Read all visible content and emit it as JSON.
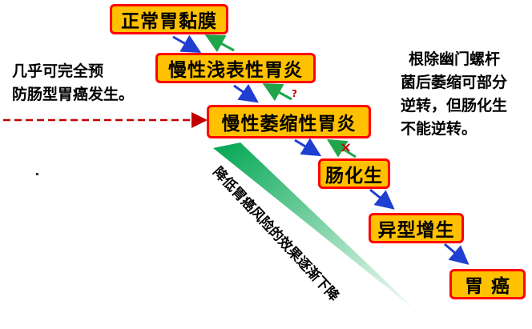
{
  "stages": [
    {
      "id": "normal",
      "label": "正常胃黏膜"
    },
    {
      "id": "superficial",
      "label": "慢性浅表性胃炎"
    },
    {
      "id": "atrophic",
      "label": "慢性萎缩性胃炎"
    },
    {
      "id": "metaplasia",
      "label": "肠化生"
    },
    {
      "id": "dysplasia",
      "label": "异型增生"
    },
    {
      "id": "cancer",
      "label": "胃 癌"
    }
  ],
  "left_note": [
    "几乎可完全预",
    "防肠型胃癌发生。"
  ],
  "right_note": [
    "根除幽门螺杆",
    "菌后萎缩可部分",
    "逆转，但肠化生",
    "不能逆转。"
  ],
  "wedge_label": "降低胃癌风险的效果逐渐下降",
  "question_mark": "?",
  "cross_mark": "×",
  "colors": {
    "box_fill": "#ffc000",
    "box_border": "#ff0000",
    "progress_arrow": "#1f3fd1",
    "reverse_arrow": "#1fa64a",
    "dashed_arrow": "#c00000"
  }
}
